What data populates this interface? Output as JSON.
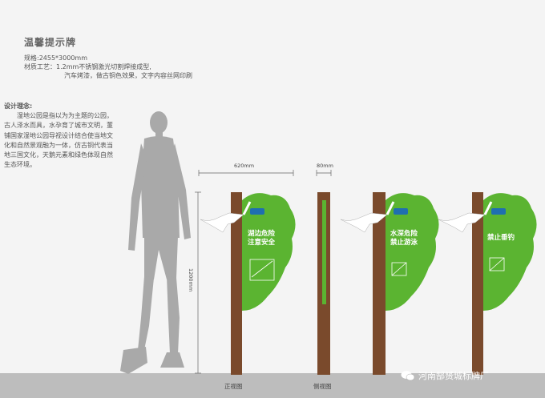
{
  "title": "温馨提示牌",
  "spec": {
    "size_line": "规格:2455*3000mm",
    "craft_line1": "材质工艺：1.2mm不锈钢激光切割焊接成型,",
    "craft_line2": "汽车烤漆，做古铜色效果，文字内容丝网印刷"
  },
  "concept": {
    "heading": "设计理念:",
    "body": "湿地公园是指以为为主题的公园，古人泽水而具，水孕育了城市文明，董铺国家湿地公园导视设计结合使当地文化和自然景观融为一体，仿古铜代表当地三国文化，天鹅元素和绿色体现自然生态环境。"
  },
  "dimensions": {
    "front_width": "620mm",
    "side_width": "80mm",
    "height": "1200mm"
  },
  "views": {
    "front": "正视图",
    "side": "侧视图"
  },
  "signs": [
    {
      "line1": "湖边危险",
      "line2": "注意安全"
    },
    {
      "line1": "水深危险",
      "line2": "禁止游泳"
    },
    {
      "line1": "禁止垂钓",
      "line2": ""
    }
  ],
  "watermark": "河南郜赟城标牌厂",
  "colors": {
    "post": "#7a4a2c",
    "sign_green": "#5bb431",
    "human": "#a9a9a9",
    "ground": "#bdbdbd"
  }
}
